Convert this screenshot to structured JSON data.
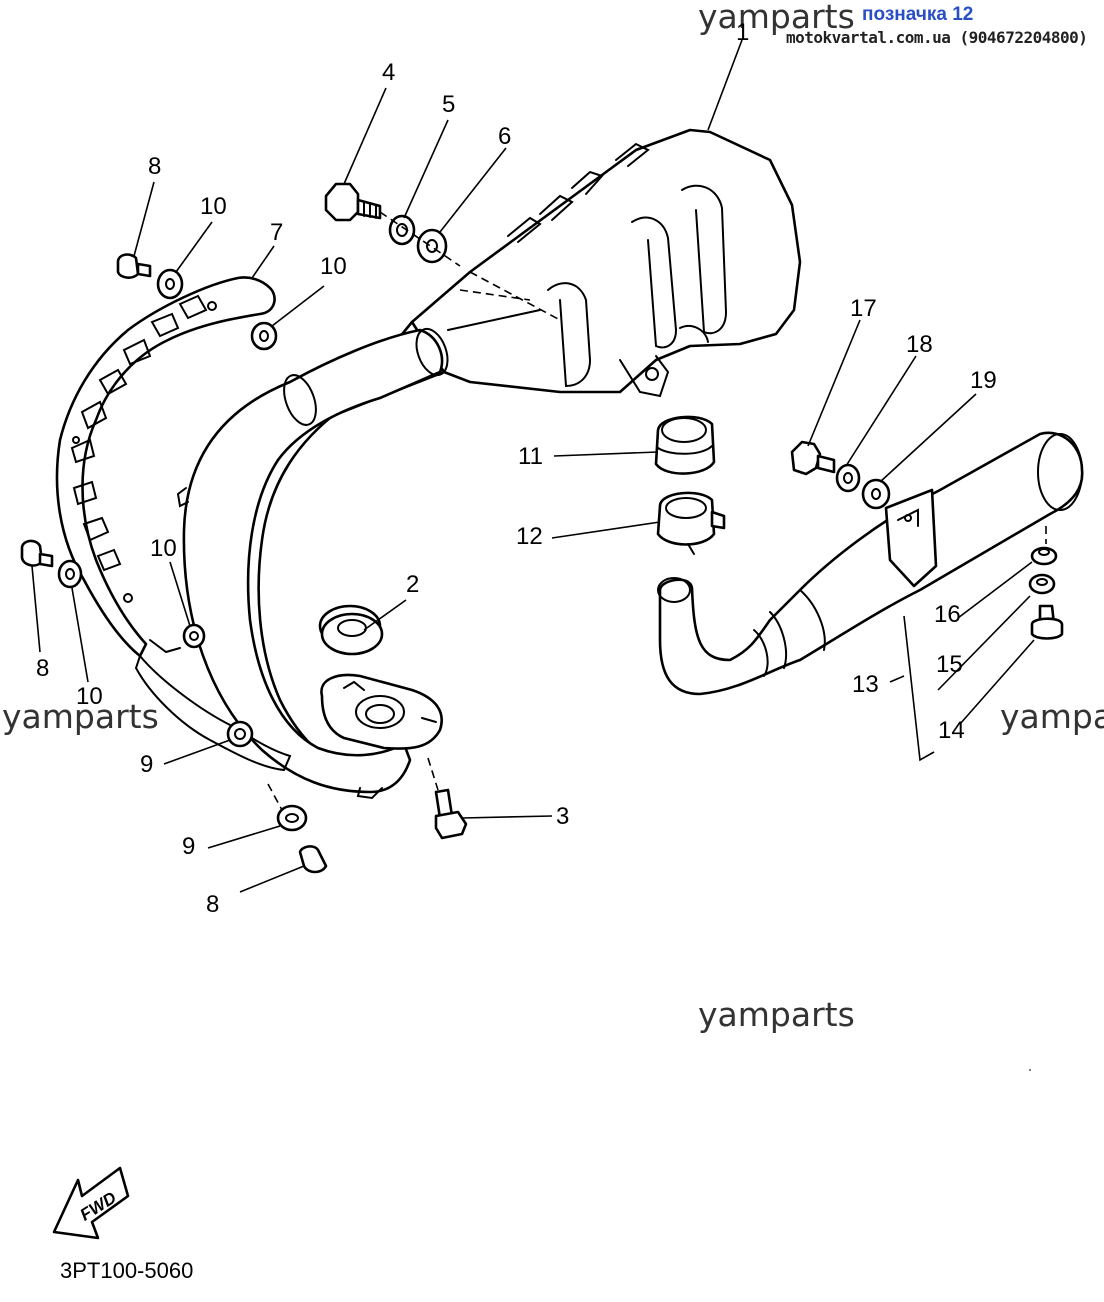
{
  "header": {
    "badge": "позначка 12",
    "shop": "motokvartal.com.ua (904672204800)"
  },
  "watermarks": [
    "yamparts",
    "yamparts",
    "yamparts",
    "yamparts"
  ],
  "fwd_arrow": {
    "label": "FWD"
  },
  "diagram_code": "3PT100-5060",
  "callouts": [
    "1",
    "2",
    "3",
    "4",
    "5",
    "6",
    "7",
    "8",
    "8",
    "8",
    "9",
    "9",
    "10",
    "10",
    "10",
    "10",
    "11",
    "12",
    "13",
    "14",
    "15",
    "16",
    "17",
    "18",
    "19"
  ]
}
